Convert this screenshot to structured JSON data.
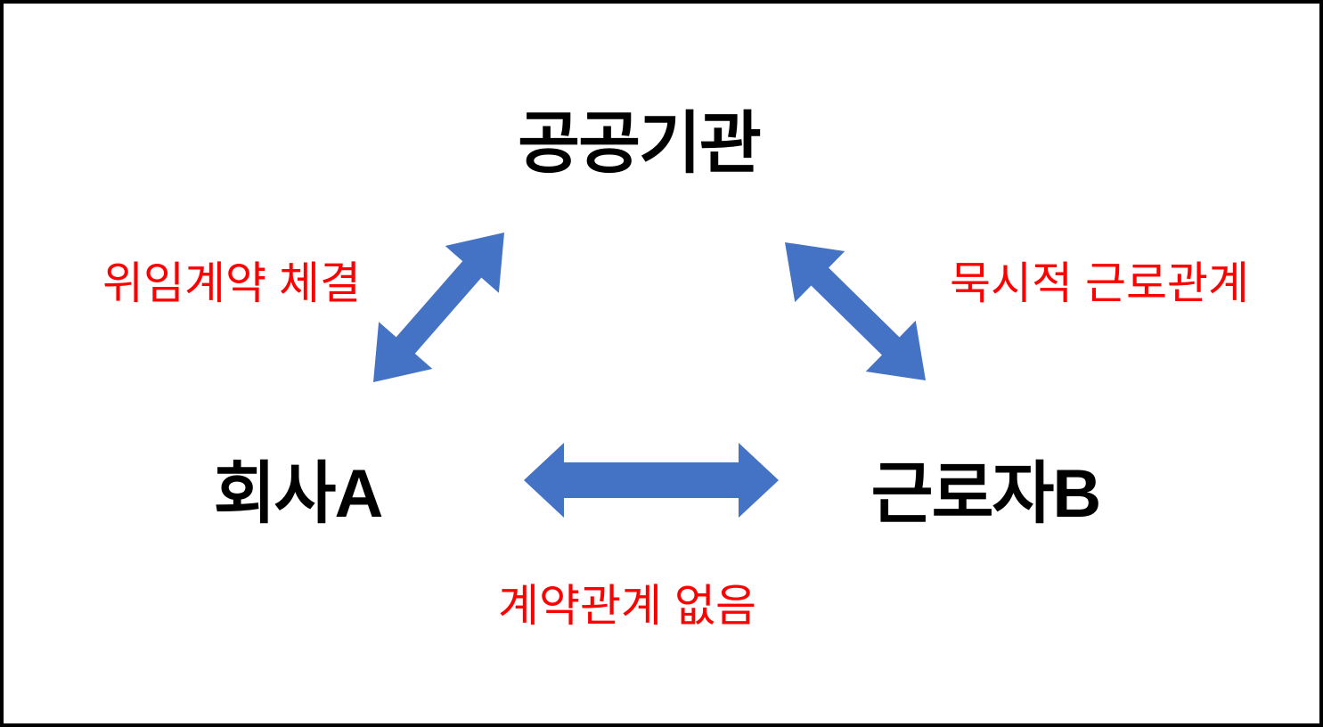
{
  "nodes": {
    "public_agency": "공공기관",
    "company_a": "회사A",
    "worker_b": "근로자B"
  },
  "relations": {
    "agency_company": "위임계약 체결",
    "agency_worker": "묵시적 근로관계",
    "company_worker": "계약관계 없음"
  },
  "colors": {
    "arrow": "#4472C4",
    "relation_text": "#FF0000",
    "node_text": "#000000"
  }
}
